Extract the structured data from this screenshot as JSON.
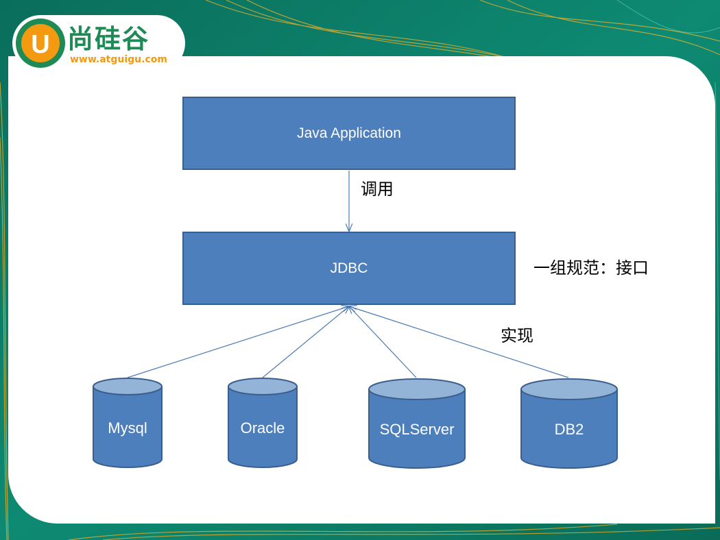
{
  "logo": {
    "letter": "U",
    "brand": "尚硅谷",
    "url": "www.atguigu.com"
  },
  "diagram": {
    "app_box": "Java Application",
    "call_label": "调用",
    "jdbc_box": "JDBC",
    "spec_label": "一组规范：接口",
    "impl_label": "实现",
    "databases": [
      "Mysql",
      "Oracle",
      "SQLServer",
      "DB2"
    ]
  },
  "colors": {
    "box_fill": "#4e7fbd",
    "box_border": "#3a5f8f",
    "cylinder_top": "#93b3d7",
    "background": "#0d7f6a",
    "brand_green": "#1e8a55",
    "brand_orange": "#f39a11"
  }
}
